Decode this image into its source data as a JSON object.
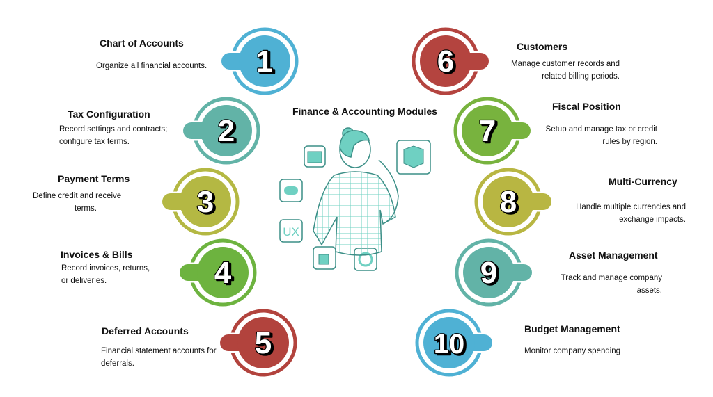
{
  "title": "Finance & Accounting Modules",
  "modules": [
    {
      "number": "1",
      "title": "Chart of Accounts",
      "desc": [
        "Organize all financial accounts."
      ],
      "color": "#4fb1d4"
    },
    {
      "number": "2",
      "title": "Tax Configuration",
      "desc": [
        "Record settings and contracts;",
        "configure tax terms."
      ],
      "color": "#62b3a7"
    },
    {
      "number": "3",
      "title": "Payment Terms",
      "desc": [
        "Define credit and receive",
        "terms."
      ],
      "color": "#b4b843"
    },
    {
      "number": "4",
      "title": "Invoices & Bills",
      "desc": [
        "Record invoices, returns,",
        "or deliveries."
      ],
      "color": "#6db33f"
    },
    {
      "number": "5",
      "title": "Deferred Accounts",
      "desc": [
        "Financial statement accounts for",
        "deferrals."
      ],
      "color": "#b2433d"
    },
    {
      "number": "6",
      "title": "Customers",
      "desc": [
        "Manage customer records and",
        "related billing periods."
      ],
      "color": "#b4443f"
    },
    {
      "number": "7",
      "title": "Fiscal Position",
      "desc": [
        "Setup and manage tax or credit",
        "rules by region."
      ],
      "color": "#78b33e"
    },
    {
      "number": "8",
      "title": "Multi-Currency",
      "desc": [
        "Handle multiple currencies and",
        "exchange impacts."
      ],
      "color": "#b8b642"
    },
    {
      "number": "9",
      "title": "Asset Management",
      "desc": [
        "Track and manage company",
        "assets."
      ],
      "color": "#62b3a7"
    },
    {
      "number": "10",
      "title": "Budget Management",
      "desc": [
        "Monitor company spending"
      ],
      "color": "#4fb1d4"
    }
  ],
  "illustration": {
    "ux_label": "UX",
    "color": "#6fd0c2",
    "line": "#3c8f87"
  }
}
